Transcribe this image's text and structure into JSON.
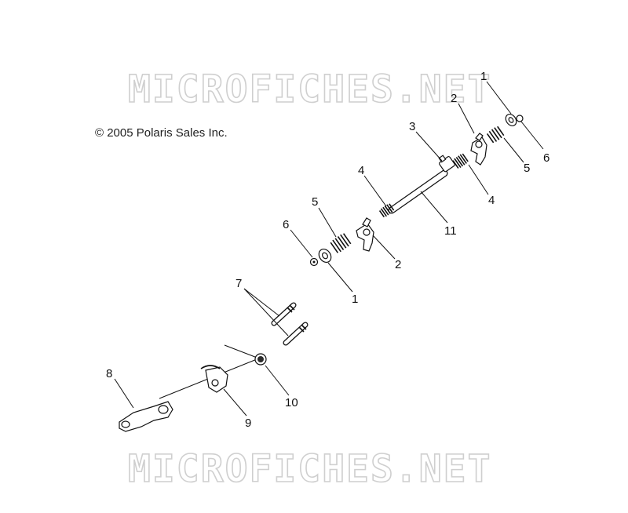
{
  "watermark": {
    "top": "MICROFICHES.NET",
    "bottom": "MICROFICHES.NET"
  },
  "copyright": "© 2005 Polaris Sales Inc.",
  "callouts": [
    {
      "id": "c-1-top",
      "label": "1"
    },
    {
      "id": "c-2-top",
      "label": "2"
    },
    {
      "id": "c-3",
      "label": "3"
    },
    {
      "id": "c-4-left",
      "label": "4"
    },
    {
      "id": "c-4-right",
      "label": "4"
    },
    {
      "id": "c-5-right",
      "label": "5"
    },
    {
      "id": "c-6-right",
      "label": "6"
    },
    {
      "id": "c-5-left",
      "label": "5"
    },
    {
      "id": "c-6-left",
      "label": "6"
    },
    {
      "id": "c-11",
      "label": "11"
    },
    {
      "id": "c-2-mid",
      "label": "2"
    },
    {
      "id": "c-1-mid",
      "label": "1"
    },
    {
      "id": "c-7",
      "label": "7"
    },
    {
      "id": "c-8",
      "label": "8"
    },
    {
      "id": "c-9",
      "label": "9"
    },
    {
      "id": "c-10",
      "label": "10"
    }
  ]
}
